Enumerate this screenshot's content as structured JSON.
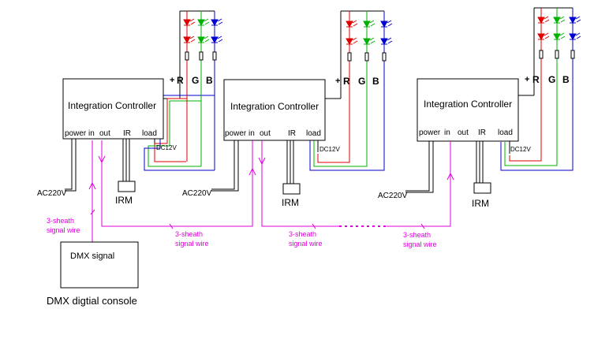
{
  "controller": {
    "title": "Integration Controller",
    "ports": {
      "power": "power",
      "in": "in",
      "out": "out",
      "ir": "IR",
      "load": "load"
    },
    "dc": "DC12V",
    "plus": "+",
    "channels": {
      "r": "R",
      "g": "G",
      "b": "B"
    }
  },
  "labels": {
    "ac": "AC220V",
    "irm": "IRM",
    "signal_wire_line1": "3-sheath",
    "signal_wire_line2": "signal wire",
    "dmx_signal": "DMX signal",
    "dmx_console": "DMX digtial console"
  },
  "colors": {
    "signal": "#e000e0",
    "red": "#e00000",
    "green": "#00b000",
    "blue": "#0000d0",
    "wire": "#000000"
  }
}
